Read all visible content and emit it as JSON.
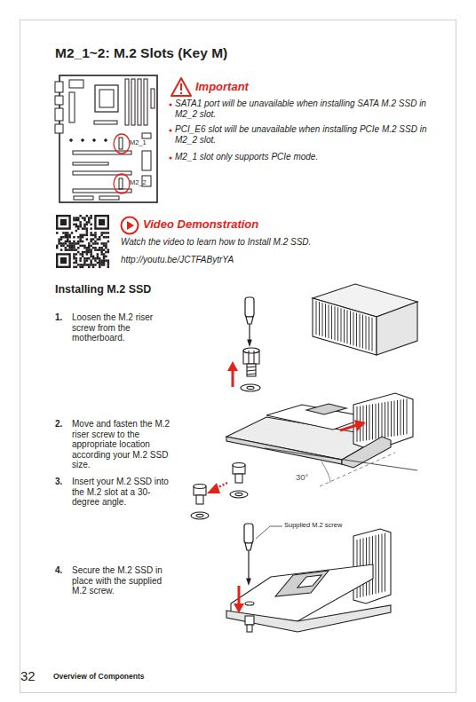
{
  "diagram": {
    "title": "M2_1~2: M.2 Slots (Key M)",
    "labels": [
      "M2_1",
      "M2_2",
      "Important",
      "SATA1 port will be unavailable when installing SATA M.2 SSD in M2_2 slot.",
      "PCI_E6 slot will be unavailable when installing PCIe M.2 SSD in M2_2 slot.",
      "M2_1 slot only supports PCIe mode.",
      "Video Demonstration",
      "Watch the video to learn how to Install M.2 SSD.",
      "http://youtu.be/JCTFABytrYA",
      "Installing M.2 SSD",
      "1.",
      "Loosen the M.2 riser screw from the motherboard.",
      "2.",
      "Move and fasten the M.2 riser screw to the appropriate location according your M.2 SSD size.",
      "3.",
      "Insert your M.2 SSD into the M.2 slot at a 30-degree angle.",
      "30°",
      "Supplied M.2 screw",
      "4.",
      "Secure the M.2 SSD in place with the supplied M.2 screw.",
      "32",
      "Overview of Components"
    ]
  }
}
